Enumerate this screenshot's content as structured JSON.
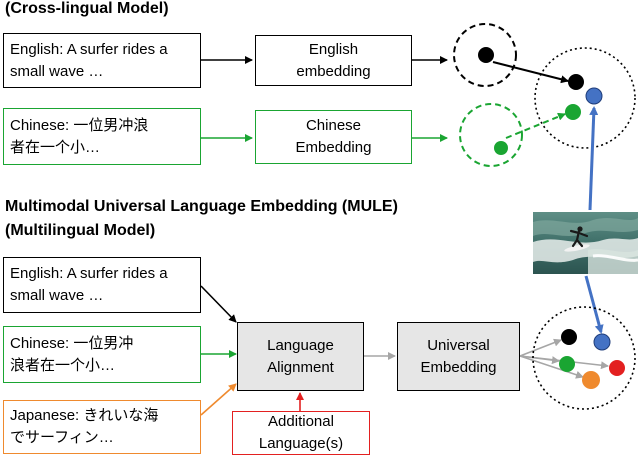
{
  "titles": {
    "top": "(Cross-lingual Model)",
    "mule": "Multimodal Universal Language Embedding (MULE)",
    "multilingual": "(Multilingual Model)"
  },
  "top_section": {
    "english_input": "English: A surfer rides a\nsmall wave …",
    "chinese_input": "Chinese: 一位男冲浪\n者在一个小…",
    "english_embedding": "English\nembedding",
    "chinese_embedding": "Chinese\nEmbedding"
  },
  "bottom_section": {
    "english_input": "English: A surfer rides a\nsmall wave …",
    "chinese_input": "Chinese: 一位男冲\n浪者在一个小…",
    "japanese_input": "Japanese: きれいな海\nでサーフィン…",
    "language_alignment": "Language\nAlignment",
    "universal_embedding": "Universal\nEmbedding",
    "additional_languages": "Additional\nLanguage(s)"
  },
  "colors": {
    "english": "#000000",
    "chinese": "#1aa532",
    "japanese": "#ef8a2e",
    "additional": "#e32020",
    "image": "#4472c4",
    "gray_fill": "#e6e6e6",
    "gray_arrow": "#a6a6a6"
  },
  "icons": {
    "surfer_image": "surfer-photo"
  }
}
